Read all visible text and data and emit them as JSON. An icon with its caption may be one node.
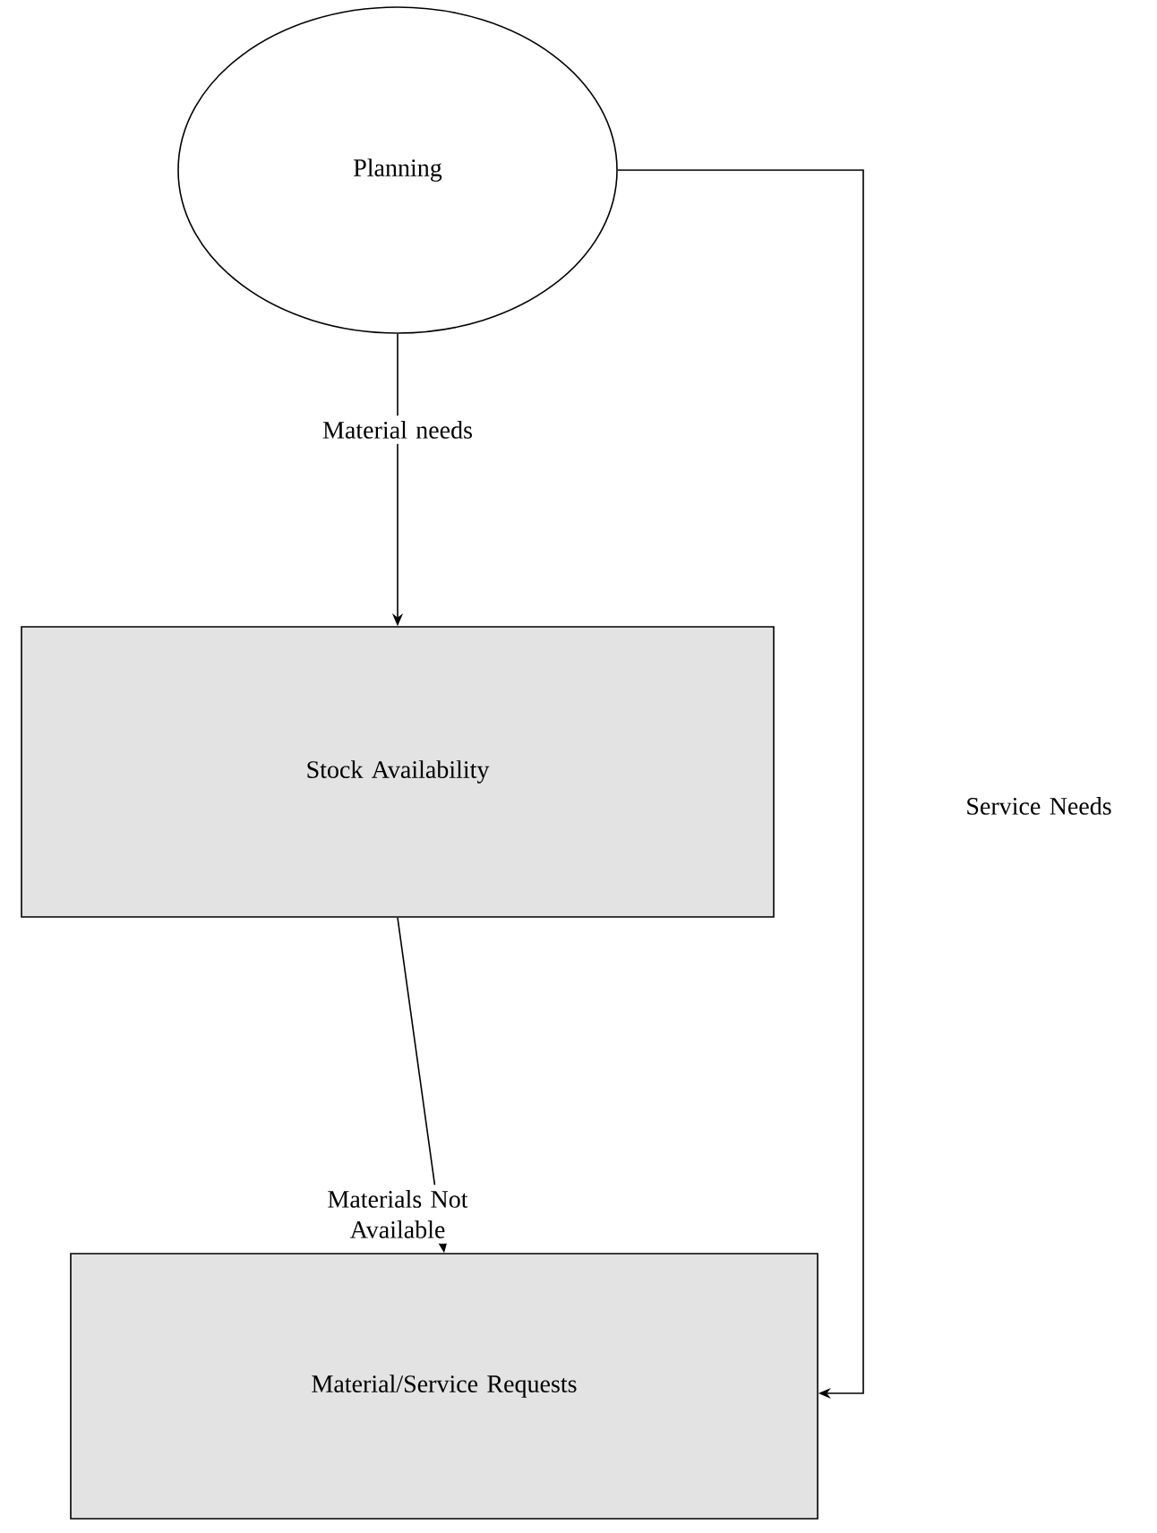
{
  "diagram": {
    "nodes": [
      {
        "text": [
          "Planning"
        ]
      },
      {
        "text": [
          "Stock Availability"
        ]
      },
      {
        "text": [
          "Material/Service Requests"
        ]
      }
    ],
    "edges": [
      {
        "from": 0,
        "to": 1,
        "arrow": "to",
        "label": "Material needs"
      },
      {
        "from": 0,
        "to": 2,
        "arrow": "to",
        "label": "Service Needs"
      },
      {
        "from": 1,
        "to": 2,
        "arrow": "to",
        "label": "Materials Not Available"
      }
    ]
  }
}
